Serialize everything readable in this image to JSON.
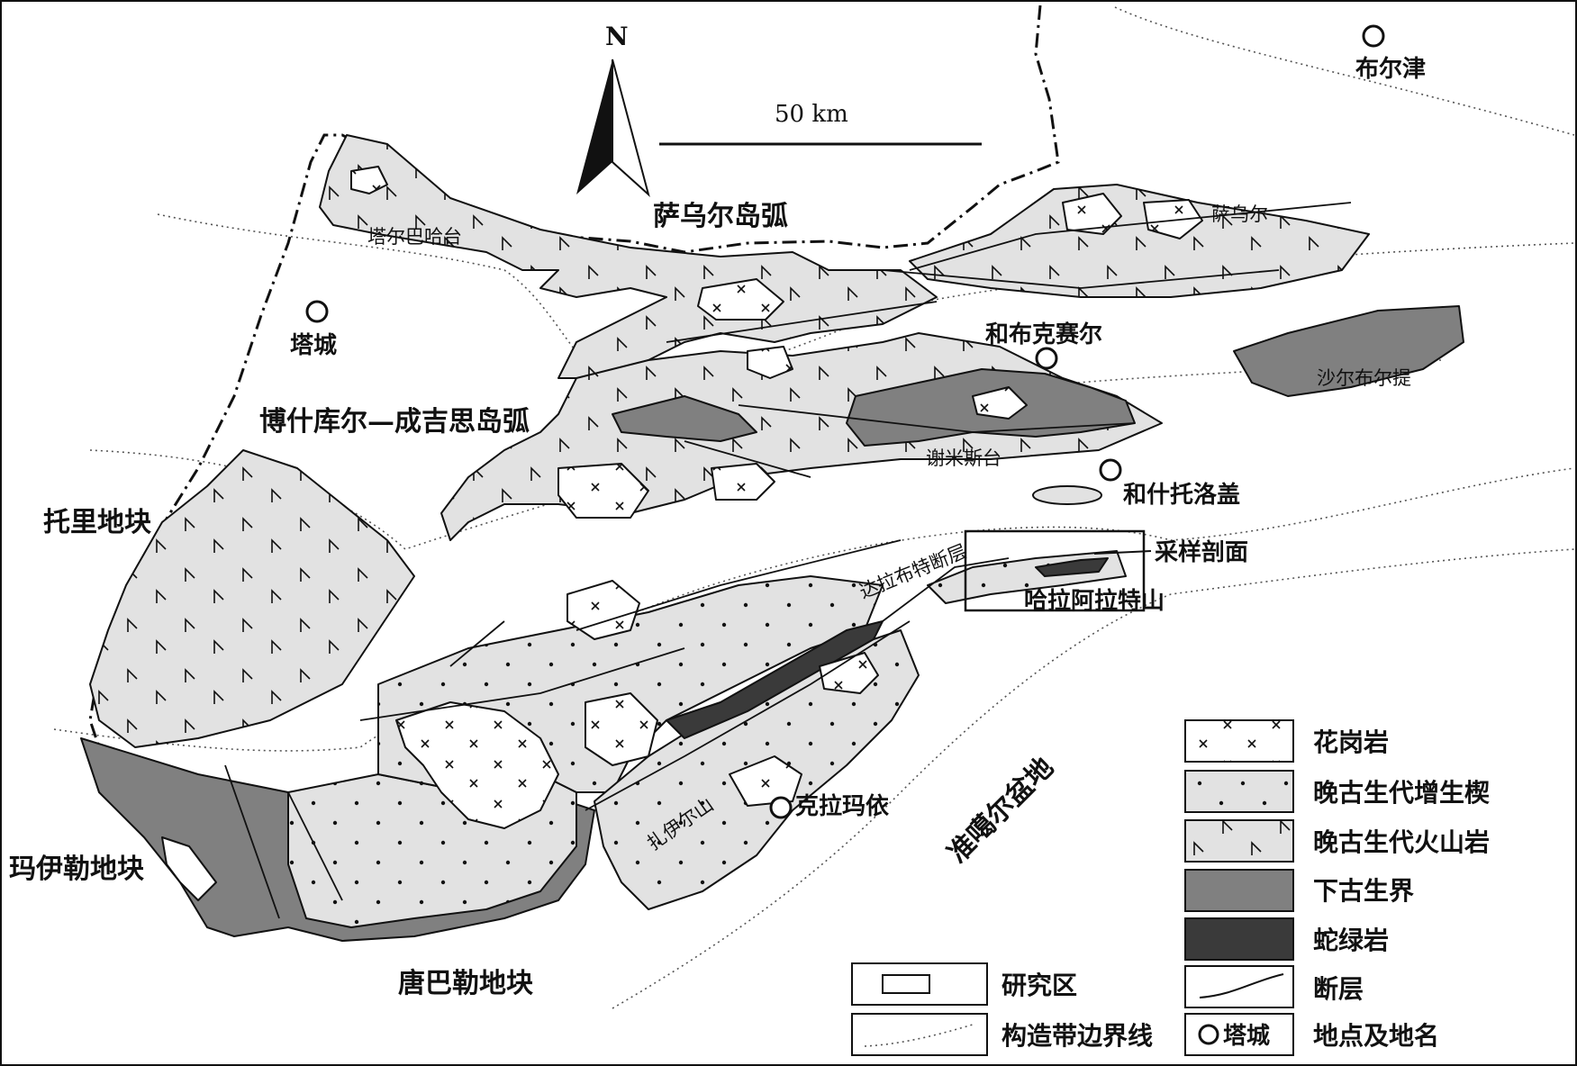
{
  "map": {
    "north_label": "N",
    "scale_label": "50 km",
    "regions": {
      "sawuer_arc": "萨乌尔岛弧",
      "boshikur_arc": "博什库尔—成吉思岛弧",
      "tuoli": "托里地块",
      "mayile": "玛伊勒地块",
      "tangbale": "唐巴勒地块",
      "junggar": "准噶尔盆地"
    },
    "places": {
      "tacheng": "塔城",
      "buerjin": "布尔津",
      "hebukesaier": "和布克赛尔",
      "heshituoluogai": "和什托洛盖",
      "kelamayi": "克拉玛依",
      "shaerbuerti": "沙尔布尔提"
    },
    "features": {
      "taerbahatai": "塔尔巴哈台",
      "sawuer": "萨乌尔",
      "xiemisitai": "谢米斯台",
      "dalabute_fault": "达拉布特断层",
      "halaalate": "哈拉阿拉特山",
      "zhayier": "扎伊尔山",
      "sampling": "采样剖面"
    }
  },
  "legend": {
    "granite": "花岗岩",
    "accretion": "晚古生代增生楔",
    "volcanic": "晚古生代火山岩",
    "lower_paleozoic": "下古生界",
    "ophiolite": "蛇绿岩",
    "fault": "断层",
    "place": "地点及地名",
    "place_sample": "塔城",
    "study_area": "研究区",
    "boundary": "构造带边界线"
  },
  "colors": {
    "light_fill": "#e2e2e2",
    "medium_fill": "#808080",
    "dark_fill": "#3a3a3a",
    "white": "#ffffff",
    "ink": "#111111"
  }
}
